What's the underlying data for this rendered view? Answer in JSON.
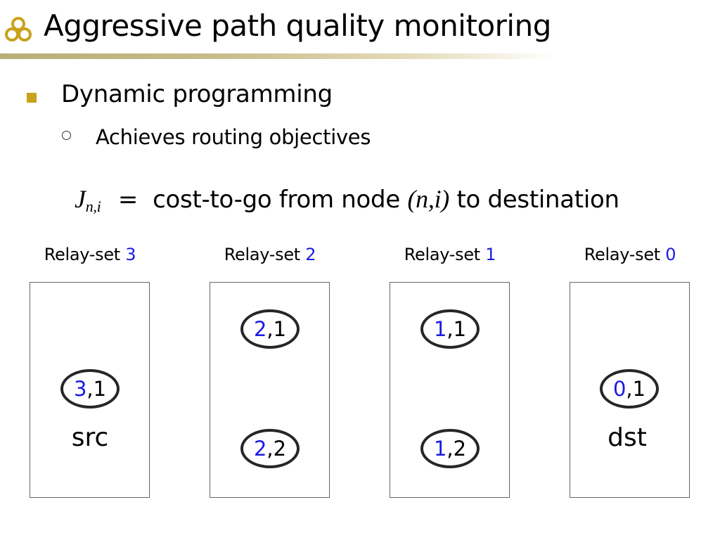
{
  "slide": {
    "title": "Aggressive path quality monitoring",
    "accent_color": "#c9a21c",
    "bullets": [
      {
        "text": "Dynamic programming",
        "level": 1
      },
      {
        "text": "Achieves routing objectives",
        "level": 2
      }
    ]
  },
  "equation": {
    "symbol": "J",
    "subscript": "n,i",
    "equals": "=",
    "text_before": "cost-to-go from node",
    "node": "(n,i)",
    "text_after": "to destination"
  },
  "diagram": {
    "relay_sets": [
      {
        "label": "Relay-set",
        "number": "3",
        "nodes": [
          {
            "set": "3",
            "sep": ",",
            "index": "1"
          }
        ],
        "caption": "src"
      },
      {
        "label": "Relay-set",
        "number": "2",
        "nodes": [
          {
            "set": "2",
            "sep": ",",
            "index": "1"
          },
          {
            "set": "2",
            "sep": ",",
            "index": "2"
          }
        ],
        "caption": ""
      },
      {
        "label": "Relay-set",
        "number": "1",
        "nodes": [
          {
            "set": "1",
            "sep": ",",
            "index": "1"
          },
          {
            "set": "1",
            "sep": ",",
            "index": "2"
          }
        ],
        "caption": ""
      },
      {
        "label": "Relay-set",
        "number": "0",
        "nodes": [
          {
            "set": "0",
            "sep": ",",
            "index": "1"
          }
        ],
        "caption": "dst"
      }
    ],
    "number_color": "#1a1ae6"
  }
}
